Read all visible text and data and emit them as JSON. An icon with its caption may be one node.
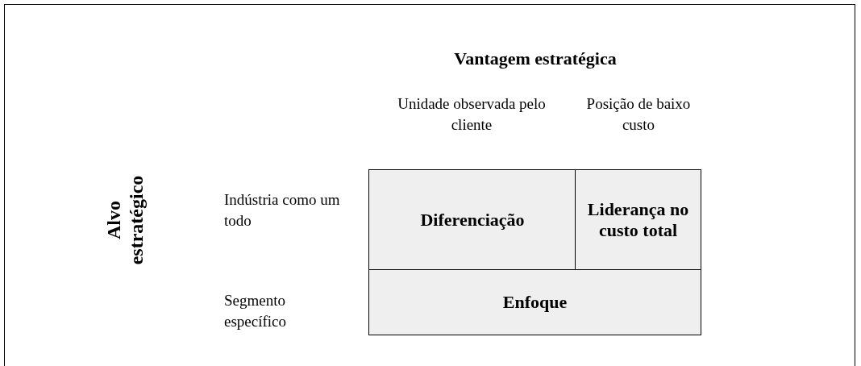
{
  "diagram": {
    "nodes": [
      {
        "text": [
          "Diferenciação"
        ]
      },
      {
        "text": [
          "Liderança no custo total"
        ]
      },
      {
        "text": [
          "Enfoque"
        ]
      }
    ],
    "labels": [
      "Vantagem estratégica",
      "Unidade observada pelo cliente",
      "Posição de baixo custo",
      "Alvo estratégico",
      "Indústria como um todo",
      "Segmento específico"
    ]
  }
}
